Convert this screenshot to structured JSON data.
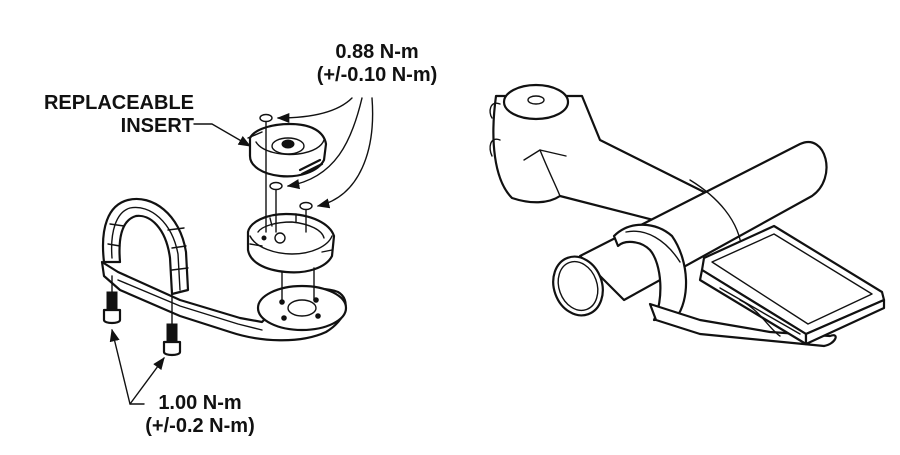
{
  "figure": {
    "type": "exploded assembly diagram",
    "colors": {
      "line": "#111111",
      "background": "#ffffff"
    },
    "left_view": {
      "name": "exploded-computer-mount",
      "parts": [
        "bar-clamp-bracket",
        "mount-base-plate",
        "mount-cradle",
        "replaceable-insert",
        "insert-screws",
        "clamp-bolts"
      ]
    },
    "right_view": {
      "name": "assembled-mount-on-stem",
      "parts": [
        "stem",
        "handlebar",
        "mount-clamp",
        "bike-computer"
      ]
    }
  },
  "labels": {
    "insert": {
      "line1": "REPLACEABLE",
      "line2": "INSERT"
    },
    "insert_torque": {
      "line1": "0.88 N-m",
      "line2": "(+/-0.10 N-m)"
    },
    "clamp_torque": {
      "line1": "1.00 N-m",
      "line2": "(+/-0.2 N-m)"
    }
  }
}
